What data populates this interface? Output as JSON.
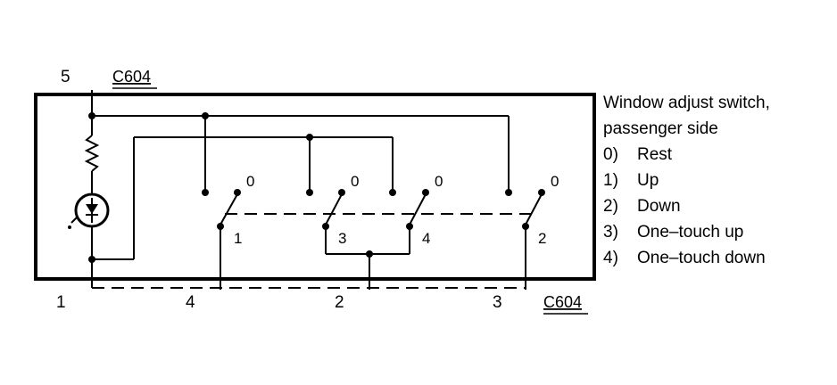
{
  "connector_labels": {
    "top_pin": "5",
    "top_connector": "C604",
    "bottom_left_pin": "1",
    "bottom_pin_a": "4",
    "bottom_pin_b": "2",
    "bottom_pin_c": "3",
    "bottom_connector": "C604"
  },
  "switch_labels": {
    "rest_1": "0",
    "rest_2": "0",
    "rest_3": "0",
    "rest_4": "0",
    "pos_1": "1",
    "pos_3": "3",
    "pos_4": "4",
    "pos_2": "2"
  },
  "legend": {
    "title_line1": "Window adjust switch,",
    "title_line2": "passenger side",
    "items": [
      {
        "num": "0)",
        "label": "Rest"
      },
      {
        "num": "1)",
        "label": "Up"
      },
      {
        "num": "2)",
        "label": "Down"
      },
      {
        "num": "3)",
        "label": "One–touch up"
      },
      {
        "num": "4)",
        "label": "One–touch down"
      }
    ]
  }
}
